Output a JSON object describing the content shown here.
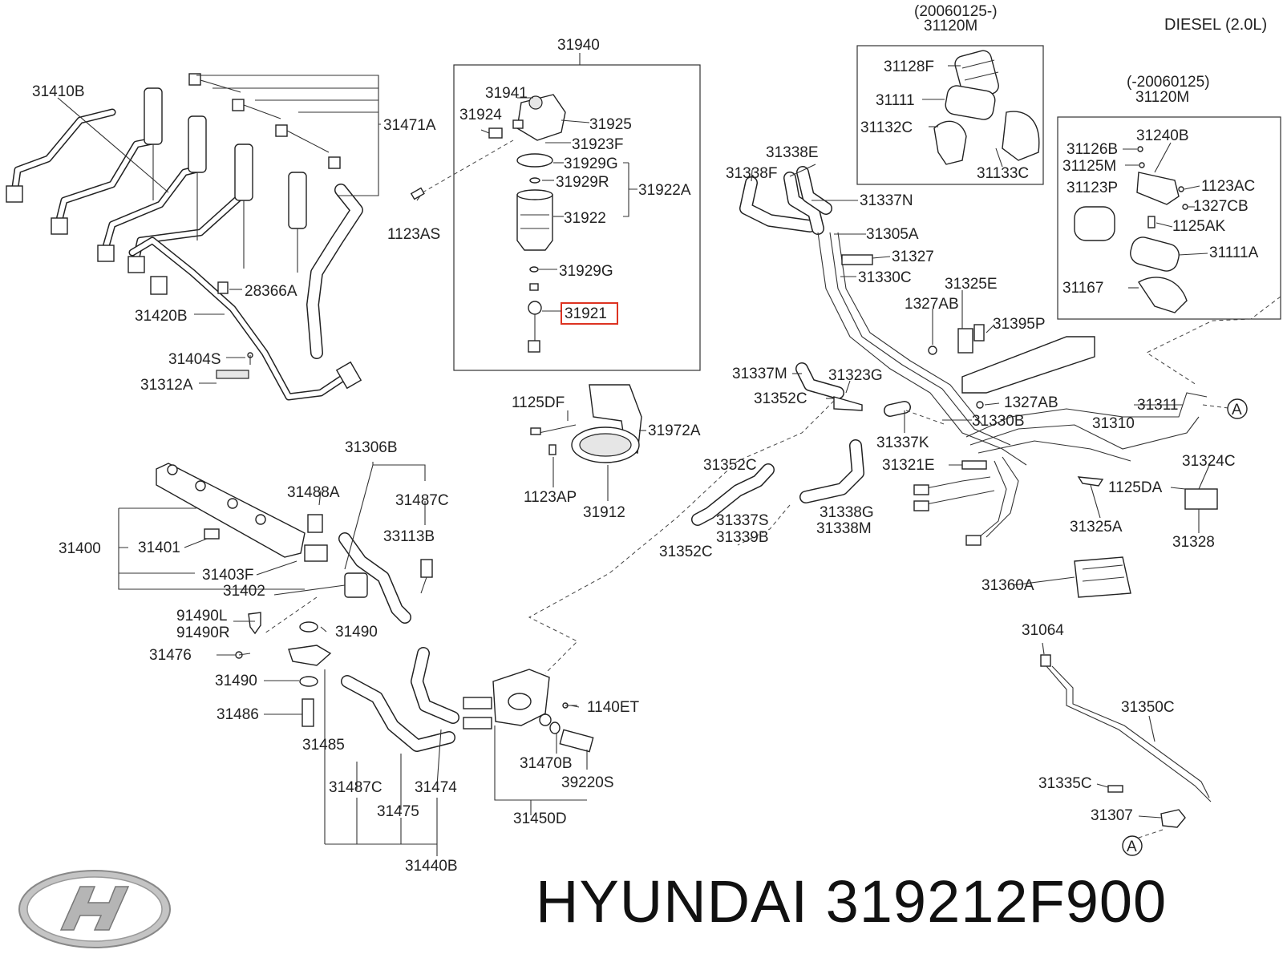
{
  "header": {
    "engine_note": "DIESEL (2.0L)"
  },
  "footer": {
    "brand": "HYUNDAI",
    "part_number": "319212F900"
  },
  "logo": {
    "icon": "hyundai-logo-icon"
  },
  "callout_circle": "A",
  "labels": [
    "31410B",
    "31471A",
    "28366A",
    "31420B",
    "31404S",
    "31312A",
    "31940",
    "31941",
    "31924",
    "31925",
    "31923F",
    "31929G",
    "31929R",
    "31922A",
    "31922",
    "1123AS",
    "31929G",
    "31921",
    "(20060125-)",
    "31120M",
    "31128F",
    "31111",
    "31132C",
    "31133C",
    "(-20060125)",
    "31120M",
    "31126B",
    "31240B",
    "31125M",
    "1123AC",
    "31123P",
    "1327CB",
    "1125AK",
    "31111A",
    "31167",
    "31338E",
    "31338F",
    "31337N",
    "31305A",
    "31327",
    "31330C",
    "31325E",
    "1327AB",
    "31395P",
    "31337M",
    "31323G",
    "31352C",
    "1327AB",
    "31311",
    "31330B",
    "31310",
    "31337K",
    "31321E",
    "31324C",
    "1125DA",
    "31325A",
    "31328",
    "1125DF",
    "31972A",
    "1123AP",
    "31912",
    "31352C",
    "31337S",
    "31339B",
    "31338G",
    "31338M",
    "31352C",
    "31306B",
    "31488A",
    "31487C",
    "33113B",
    "31400",
    "31401",
    "31403F",
    "31402",
    "91490L",
    "91490R",
    "31476",
    "31490",
    "31490",
    "31486",
    "31485",
    "1140ET",
    "31470B",
    "39220S",
    "31487C",
    "31474",
    "31475",
    "31450D",
    "31440B",
    "31360A",
    "31064",
    "31350C",
    "31335C",
    "31307"
  ],
  "highlighted_part": "31921"
}
